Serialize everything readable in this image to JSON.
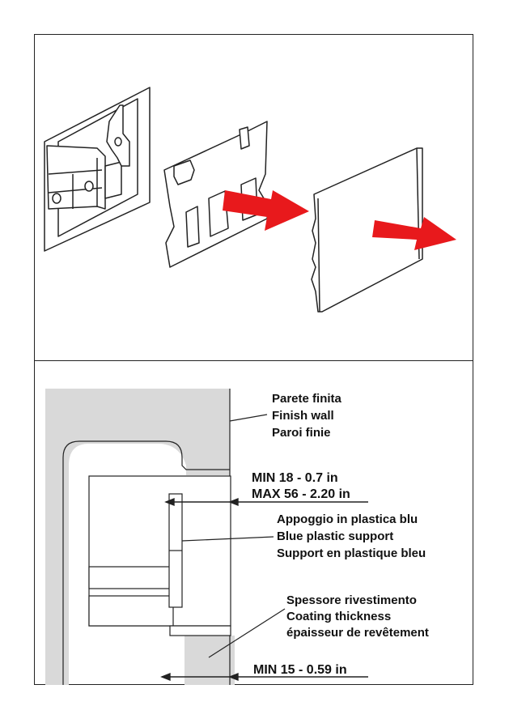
{
  "colors": {
    "wall_gray": "#d9d9d9",
    "arrow_red": "#e8191c",
    "ink": "#111111"
  },
  "labels": {
    "finish_wall": [
      "Parete finita",
      "Finish wall",
      "Paroi finie"
    ],
    "depth_range": [
      "MIN 18 - 0.7 in",
      "MAX 56 - 2.20 in"
    ],
    "blue_support": [
      "Appoggio in plastica blu",
      "Blue plastic support",
      "Support en plastique bleu"
    ],
    "coating": [
      "Spessore rivestimento",
      "Coating thickness",
      "épaisseur de revêtement"
    ],
    "min_coating": "MIN 15 - 0.59 in"
  }
}
